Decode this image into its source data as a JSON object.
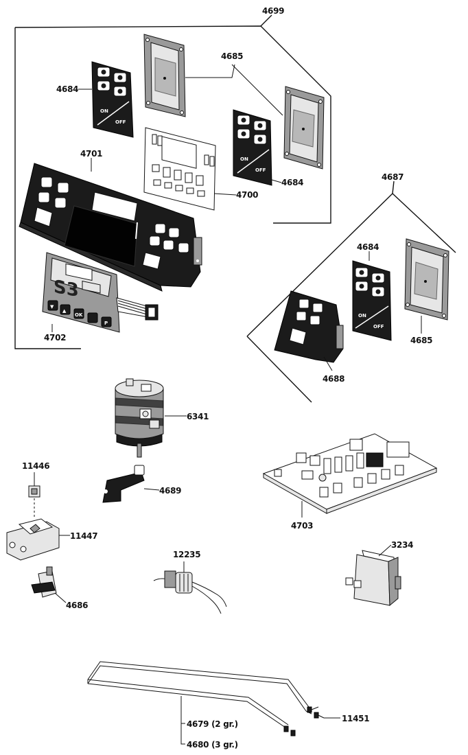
{
  "labels": {
    "l4699": "4699",
    "l4685a": "4685",
    "l4684a": "4684",
    "l4684b": "4684",
    "l4701": "4701",
    "l4700": "4700",
    "l4702": "4702",
    "l4687": "4687",
    "l4684c": "4684",
    "l4685b": "4685",
    "l4688": "4688",
    "l6341": "6341",
    "l11446": "11446",
    "l4689": "4689",
    "l11447": "11447",
    "l4703": "4703",
    "l4686": "4686",
    "l12235": "12235",
    "l3234": "3234",
    "l4679": "4679 (2 gr.)",
    "l4680": "4680 (3 gr.)",
    "l11451": "11451"
  },
  "keypad": {
    "on": "ON",
    "off": "OFF"
  },
  "panel": {
    "brand": "S3",
    "btn_ok": "OK",
    "btn_p": "P",
    "btn_down": "▼",
    "btn_up": "▲"
  }
}
